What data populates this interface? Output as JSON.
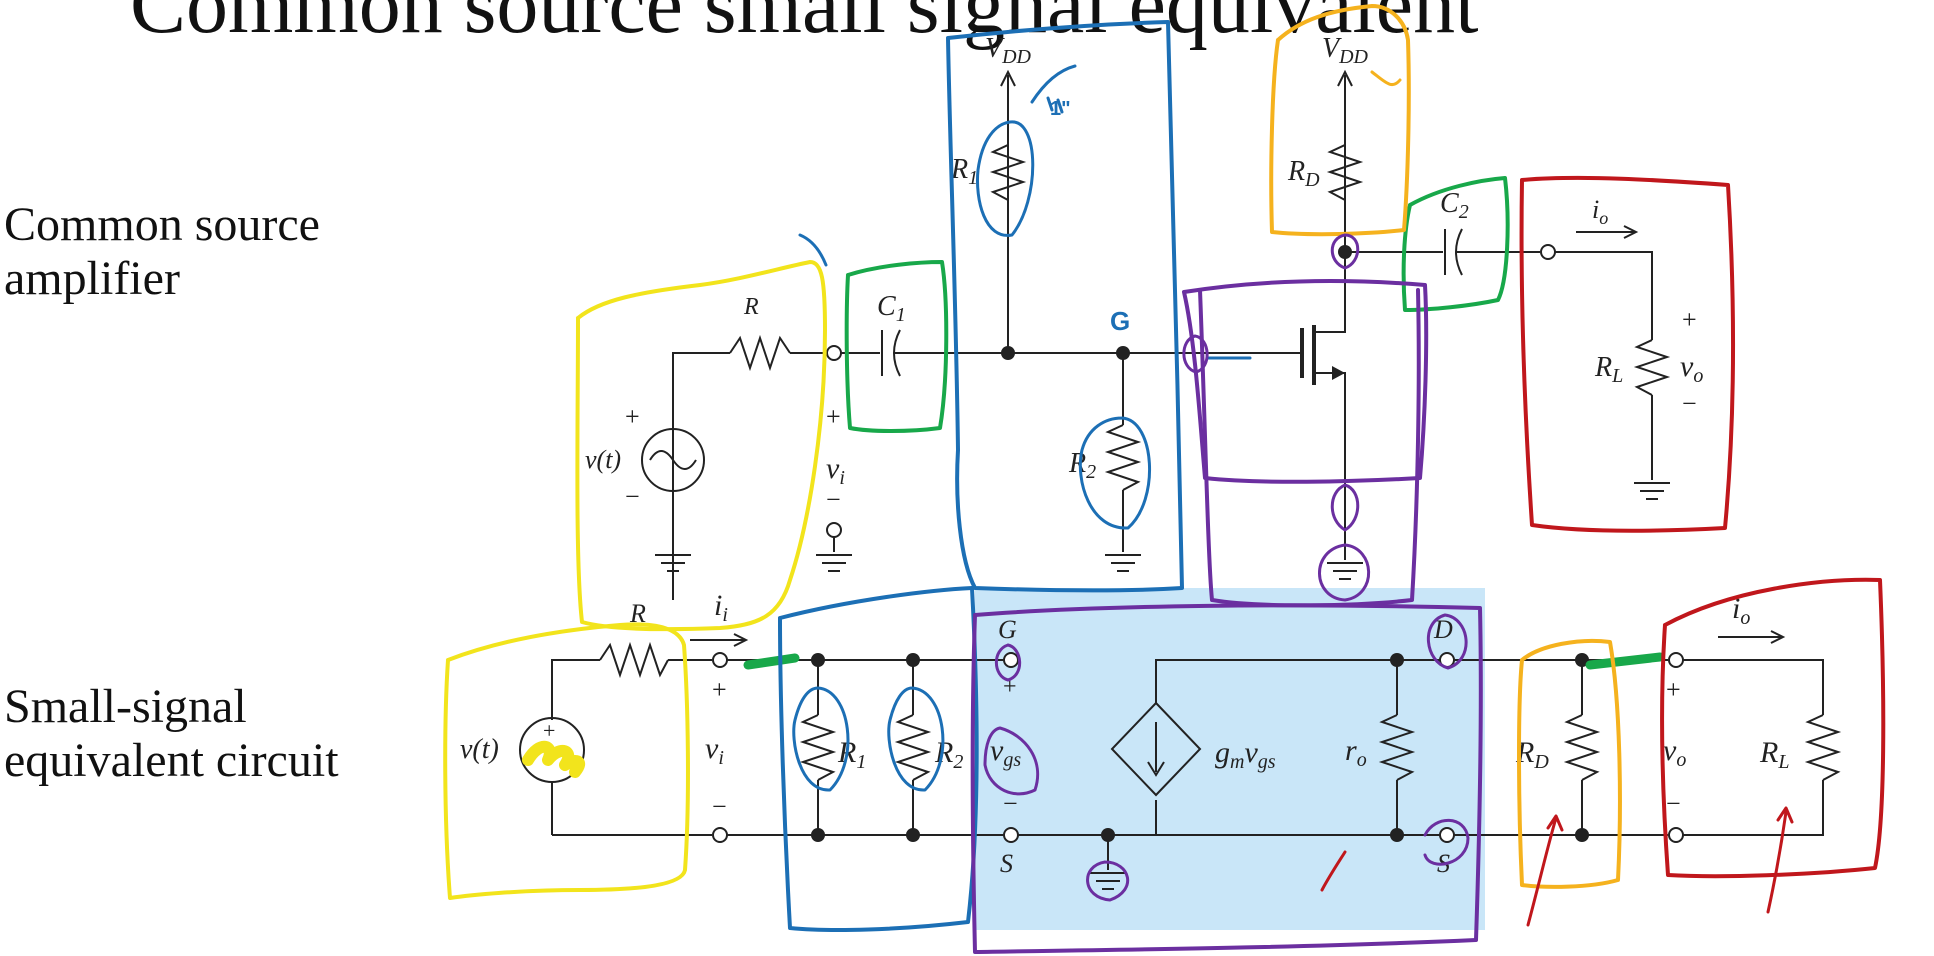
{
  "slide": {
    "title_fragment": "Common source small signal equivalent",
    "labels": {
      "common_source": [
        "Common source",
        "amplifier"
      ],
      "small_signal": [
        "Small-signal",
        "equivalent circuit"
      ]
    }
  },
  "top_circuit": {
    "vdd_left": "V",
    "vdd_right": "V",
    "vdd_sub": "DD",
    "r1": "R",
    "r1_sub": "1",
    "r2": "R",
    "r2_sub": "2",
    "rd": "R",
    "rd_sub": "D",
    "rl": "R",
    "rl_sub": "L",
    "r": "R",
    "c1": "C",
    "c1_sub": "1",
    "c2": "C",
    "c2_sub": "2",
    "source": "v(t)",
    "vi": "v",
    "vi_sub": "i",
    "vo": "v",
    "vo_sub": "o",
    "io": "i",
    "io_sub": "o",
    "plus": "+",
    "minus": "−",
    "gate_note": "G",
    "vdd_note": "1\""
  },
  "bottom_circuit": {
    "r": "R",
    "ii": "i",
    "ii_sub": "i",
    "source": "v(t)",
    "vi": "v",
    "vi_sub": "i",
    "r1": "R",
    "r1_sub": "1",
    "r2": "R",
    "r2_sub": "2",
    "g": "G",
    "s": "S",
    "d": "D",
    "s2": "S",
    "vgs": "v",
    "vgs_sub": "gs",
    "gm_label": "g",
    "gm_sub": "m",
    "gm_v": "v",
    "gm_vsub": "gs",
    "ro": "r",
    "ro_sub": "o",
    "rd": "R",
    "rd_sub": "D",
    "vo": "v",
    "vo_sub": "o",
    "rl": "R",
    "rl_sub": "L",
    "io": "i",
    "io_sub": "o",
    "plus": "+",
    "minus": "−"
  },
  "annotation_colors": {
    "yellow": "#f2e41c",
    "green": "#18a84a",
    "blue": "#1c6fb5",
    "orange": "#f5b21e",
    "purple": "#6b2fa0",
    "red": "#c0171c",
    "highlight": "#c9e6f8"
  }
}
